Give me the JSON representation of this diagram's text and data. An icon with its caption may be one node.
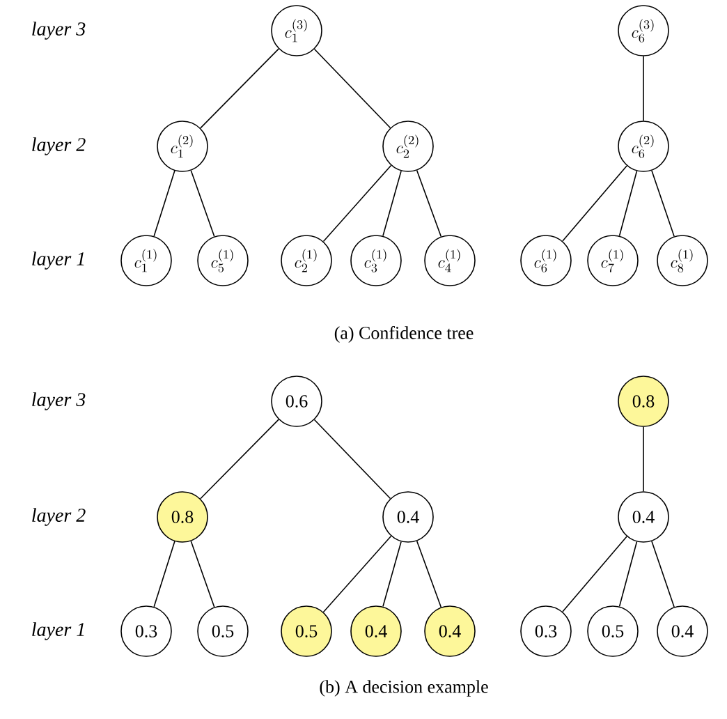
{
  "diagram": {
    "nodes": [
      {
        "text": [
          "c_1^{(3)}"
        ]
      },
      {
        "text": [
          "c_6^{(3)}"
        ]
      },
      {
        "text": [
          "c_1^{(2)}"
        ]
      },
      {
        "text": [
          "c_2^{(2)}"
        ]
      },
      {
        "text": [
          "c_6^{(2)}"
        ]
      },
      {
        "text": [
          "c_1^{(1)}"
        ]
      },
      {
        "text": [
          "c_5^{(1)}"
        ]
      },
      {
        "text": [
          "c_2^{(1)}"
        ]
      },
      {
        "text": [
          "c_3^{(1)}"
        ]
      },
      {
        "text": [
          "c_4^{(1)}"
        ]
      },
      {
        "text": [
          "c_6^{(1)}"
        ]
      },
      {
        "text": [
          "c_7^{(1)}"
        ]
      },
      {
        "text": [
          "c_8^{(1)}"
        ]
      },
      {
        "text": [
          "0.6"
        ]
      },
      {
        "text": [
          "0.8"
        ]
      },
      {
        "text": [
          "0.8"
        ]
      },
      {
        "text": [
          "0.4"
        ]
      },
      {
        "text": [
          "0.4"
        ]
      },
      {
        "text": [
          "0.3"
        ]
      },
      {
        "text": [
          "0.5"
        ]
      },
      {
        "text": [
          "0.5"
        ]
      },
      {
        "text": [
          "0.4"
        ]
      },
      {
        "text": [
          "0.4"
        ]
      },
      {
        "text": [
          "0.3"
        ]
      },
      {
        "text": [
          "0.5"
        ]
      },
      {
        "text": [
          "0.4"
        ]
      }
    ],
    "edges": [
      {
        "from": 0,
        "to": 2,
        "arrow": "none"
      },
      {
        "from": 0,
        "to": 3,
        "arrow": "none"
      },
      {
        "from": 1,
        "to": 4,
        "arrow": "none"
      },
      {
        "from": 2,
        "to": 5,
        "arrow": "none"
      },
      {
        "from": 2,
        "to": 6,
        "arrow": "none"
      },
      {
        "from": 3,
        "to": 7,
        "arrow": "none"
      },
      {
        "from": 3,
        "to": 8,
        "arrow": "none"
      },
      {
        "from": 3,
        "to": 9,
        "arrow": "none"
      },
      {
        "from": 4,
        "to": 10,
        "arrow": "none"
      },
      {
        "from": 4,
        "to": 11,
        "arrow": "none"
      },
      {
        "from": 4,
        "to": 12,
        "arrow": "none"
      },
      {
        "from": 13,
        "to": 15,
        "arrow": "none"
      },
      {
        "from": 13,
        "to": 16,
        "arrow": "none"
      },
      {
        "from": 14,
        "to": 17,
        "arrow": "none"
      },
      {
        "from": 15,
        "to": 18,
        "arrow": "none"
      },
      {
        "from": 15,
        "to": 19,
        "arrow": "none"
      },
      {
        "from": 16,
        "to": 20,
        "arrow": "none"
      },
      {
        "from": 16,
        "to": 21,
        "arrow": "none"
      },
      {
        "from": 16,
        "to": 22,
        "arrow": "none"
      },
      {
        "from": 17,
        "to": 23,
        "arrow": "none"
      },
      {
        "from": 17,
        "to": 24,
        "arrow": "none"
      },
      {
        "from": 17,
        "to": 25,
        "arrow": "none"
      }
    ],
    "labels": [
      "layer 3",
      "layer 2",
      "layer 1",
      "(a) Confidence tree",
      "layer 3",
      "layer 2",
      "layer 1",
      "(b) A decision example"
    ]
  }
}
